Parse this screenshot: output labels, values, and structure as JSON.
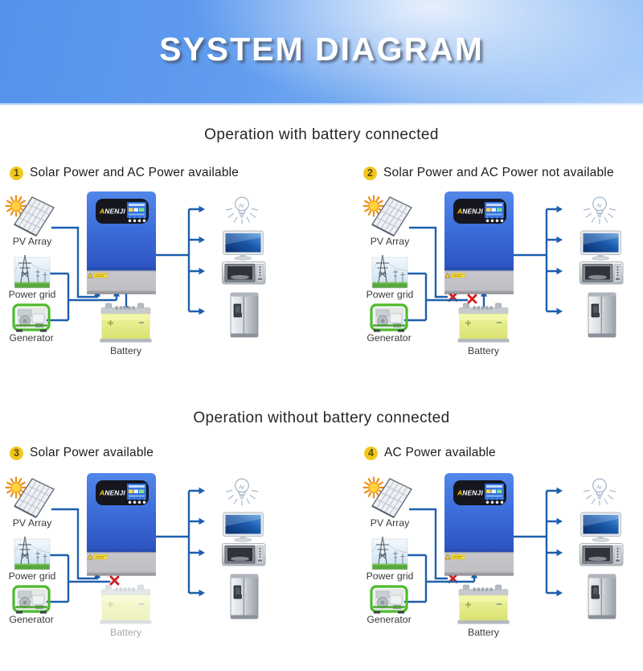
{
  "banner": {
    "title": "SYSTEM DIAGRAM"
  },
  "sections": [
    {
      "title": "Operation with battery connected"
    },
    {
      "title": "Operation without  battery connected"
    }
  ],
  "scenarios": [
    {
      "number": "1",
      "title": "Solar Power and AC Power available",
      "pv": "connected",
      "grid": "connected",
      "battery": "charging"
    },
    {
      "number": "2",
      "title": "Solar Power and AC Power not available",
      "pv": "blocked",
      "grid": "blocked",
      "battery": "discharging"
    },
    {
      "number": "3",
      "title": "Solar Power available",
      "pv": "connected",
      "grid": "blocked",
      "battery": "faded"
    },
    {
      "number": "4",
      "title": "AC Power available",
      "pv": "blocked",
      "grid": "connected",
      "battery": "disconnected"
    }
  ],
  "labels": {
    "pv": "PV Array",
    "grid": "Power grid",
    "generator": "Generator",
    "battery": "Battery"
  },
  "inverter": {
    "brand": "ANENJI",
    "brand_initial": "A",
    "brand_rest": "NENJI"
  },
  "output_icons": [
    "bulb",
    "tv",
    "microwave",
    "refrigerator"
  ],
  "colors": {
    "line": "#1d5fae",
    "x_mark": "#d31c1c",
    "badge": "#f2c71d",
    "inverter_blue": "#3c6cd9",
    "battery_body": "#e2e97f",
    "banner_text": "#ffffff"
  }
}
